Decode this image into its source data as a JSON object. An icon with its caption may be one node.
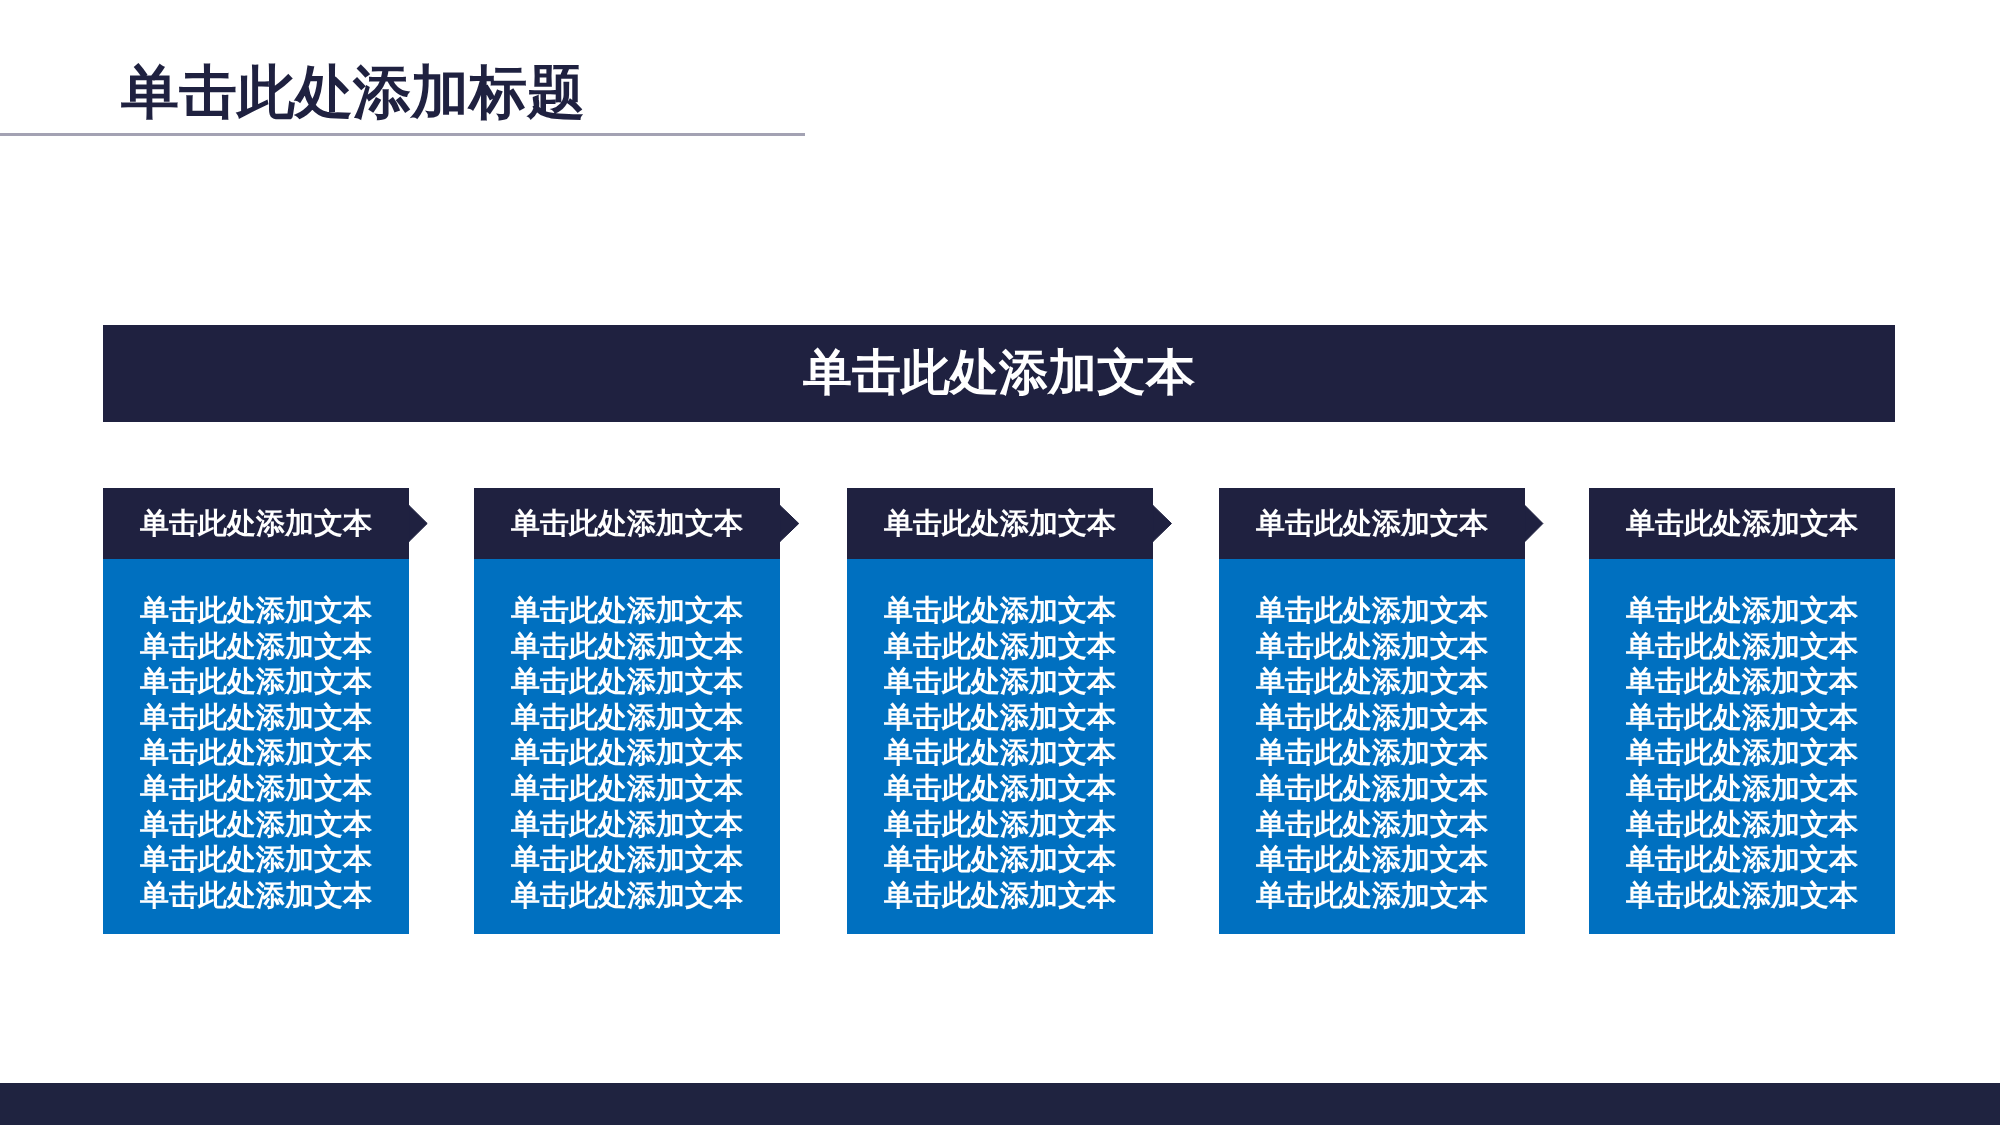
{
  "diagram": {
    "title": "单击此处添加标题",
    "nodes": [
      {
        "text": [
          "单击此处添加文本"
        ]
      },
      {
        "text": [
          "单击此处添加文本"
        ]
      },
      {
        "text": [
          "单击此处添加文本单击此处添加文本单击此处添加文本单击此处添加文本单击此处添加文本单击此处添加文本单击此处添加文本单击此处添加文本单击此处添加文本"
        ]
      },
      {
        "text": [
          "单击此处添加文本"
        ]
      },
      {
        "text": [
          "单击此处添加文本单击此处添加文本单击此处添加文本单击此处添加文本单击此处添加文本单击此处添加文本单击此处添加文本单击此处添加文本单击此处添加文本"
        ]
      },
      {
        "text": [
          "单击此处添加文本"
        ]
      },
      {
        "text": [
          "单击此处添加文本单击此处添加文本单击此处添加文本单击此处添加文本单击此处添加文本单击此处添加文本单击此处添加文本单击此处添加文本单击此处添加文本"
        ]
      },
      {
        "text": [
          "单击此处添加文本"
        ]
      },
      {
        "text": [
          "单击此处添加文本单击此处添加文本单击此处添加文本单击此处添加文本单击此处添加文本单击此处添加文本单击此处添加文本单击此处添加文本单击此处添加文本"
        ]
      },
      {
        "text": [
          "单击此处添加文本"
        ]
      },
      {
        "text": [
          "单击此处添加文本单击此处添加文本单击此处添加文本单击此处添加文本单击此处添加文本单击此处添加文本单击此处添加文本单击此处添加文本单击此处添加文本"
        ]
      }
    ],
    "edges": [
      {
        "from": 1,
        "to": 3,
        "arrow": "to"
      },
      {
        "from": 3,
        "to": 5,
        "arrow": "to"
      },
      {
        "from": 5,
        "to": 7,
        "arrow": "to"
      },
      {
        "from": 7,
        "to": 9,
        "arrow": "to"
      }
    ]
  }
}
